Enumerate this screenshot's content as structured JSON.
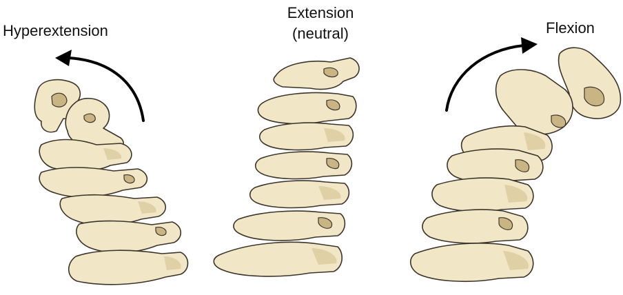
{
  "colors": {
    "background": "#ffffff",
    "bone_fill": "#f1e6c6",
    "bone_shade": "#d9c89a",
    "bone_outline": "#3b342a",
    "arrow": "#000000",
    "text": "#111111"
  },
  "panels": [
    {
      "id": "hyperextension",
      "label": "Hyperextension",
      "arrow_icon": "curved-arrow-backward-icon"
    },
    {
      "id": "extension",
      "label_line1": "Extension",
      "label_line2": "(neutral)"
    },
    {
      "id": "flexion",
      "label": "Flexion",
      "arrow_icon": "curved-arrow-forward-icon"
    }
  ]
}
